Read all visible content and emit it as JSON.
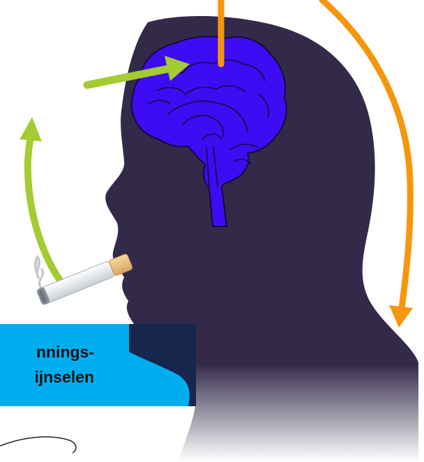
{
  "caption": {
    "line1": "nnings-",
    "line2": "ijnselen"
  },
  "colors": {
    "background": "#ffffff",
    "head_silhouette": "#332a4a",
    "brain": "#3d0cf2",
    "brain_outline": "#16093f",
    "green_arrow": "#a3cc32",
    "orange_arrow": "#f6960e",
    "caption_box": "#00aeef",
    "caption_box_overlap": "#16264d"
  },
  "icons": {
    "head": "human-head-silhouette",
    "brain": "brain-icon",
    "cigarette": "cigarette-icon",
    "smoke": "smoke-icon"
  }
}
